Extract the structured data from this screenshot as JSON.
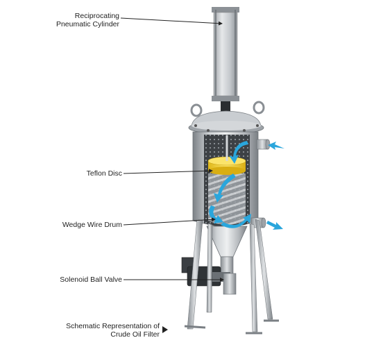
{
  "colors": {
    "steel": "#b8bcc0",
    "steel_dark": "#6b7075",
    "cylinder": "#c9cdd1",
    "teflon": "#f2d33b",
    "flow_arrow": "#2aa6dc",
    "leader": "#222222"
  },
  "labels": {
    "cylinder_line1": "Reciprocating",
    "cylinder_line2": "Pneumatic Cylinder",
    "teflon_disc": "Teflon Disc",
    "wedge_wire_drum": "Wedge Wire Drum",
    "solenoid_ball_valve": "Solenoid Ball Valve",
    "caption_line1": "Schematic Representation of",
    "caption_line2": "Crude Oil Filter"
  },
  "icons": {
    "caption_marker": "triangle-right-icon",
    "flow": "flow-arrow-icon"
  }
}
